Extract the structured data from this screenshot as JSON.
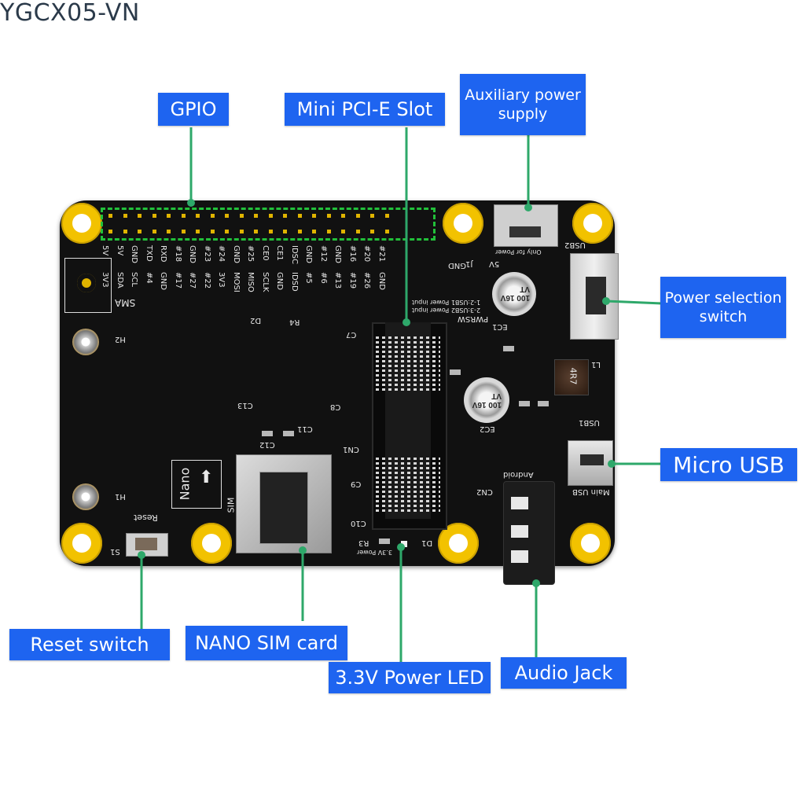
{
  "header": {
    "watermark": "YGCX05-VN"
  },
  "callouts": {
    "gpio": "GPIO",
    "mini_pcie": "Mini PCI-E Slot",
    "aux_power": "Auxiliary power supply",
    "power_switch": "Power selection switch",
    "micro_usb": "Micro USB",
    "reset": "Reset switch",
    "sim": "NANO SIM card",
    "power_led": "3.3V Power LED",
    "audio": "Audio Jack"
  },
  "silkscreen": {
    "gpio_top": [
      "5V",
      "5V",
      "GND",
      "TXD",
      "RXD",
      "#18",
      "GND",
      "#23",
      "#24",
      "GND",
      "#25",
      "CE0",
      "CE1",
      "IDSC",
      "GND",
      "#12",
      "GND",
      "#16",
      "#20",
      "#21"
    ],
    "gpio_bottom": [
      "3V3",
      "SDA",
      "SCL",
      "#4",
      "GND",
      "#17",
      "#27",
      "#22",
      "3V3",
      "MOSI",
      "MISO",
      "SCLK",
      "GND",
      "IDSD",
      "#5",
      "#6",
      "#13",
      "#19",
      "#26",
      "GND"
    ],
    "sma": "SMA",
    "h2": "H2",
    "h1": "H1",
    "reset_label": "Reset",
    "s1": "S1",
    "nano": "Nano",
    "sim": "SIM",
    "cn1": "CN1",
    "cn2": "CN2",
    "android": "Android",
    "main_usb": "Main USB",
    "usb1": "USB1",
    "usb2": "USB2",
    "pwrsw": "PWRSW",
    "gnd": "GND",
    "j1": "J1",
    "l1": "L1",
    "inductor": "4R7",
    "d1": "D1",
    "r3": "R3",
    "d2": "D2",
    "r4": "R4",
    "c7": "C7",
    "c8": "C8",
    "c9": "C9",
    "c10": "C10",
    "c11": "C11",
    "c12": "C12",
    "c13": "C13",
    "ec1": "EC1",
    "ec2": "EC2",
    "cap_top": "100 16V VT",
    "cap_bottom": "100 16V VT",
    "power_led": "3.3V Power",
    "pwr_note_1": "1-2:USB1 Power input",
    "pwr_note_2": "2-3:USB2 Power input",
    "only_power": "Only for Power",
    "fivev": "5V"
  },
  "colors": {
    "callout_bg": "#1e64f0",
    "leader_line": "#2ea86a",
    "board": "#111111",
    "mount_hole": "#f2c200",
    "gpio_outline": "#22c03a"
  }
}
